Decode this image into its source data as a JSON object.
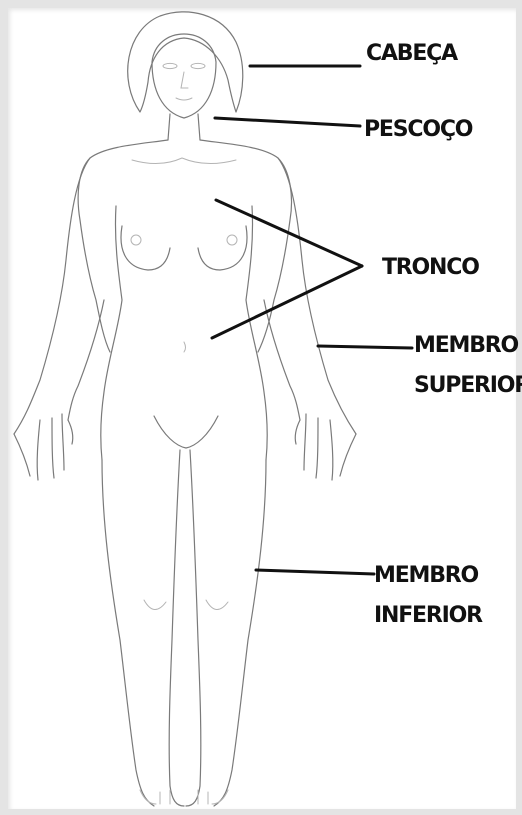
{
  "labels": {
    "head": "CABEÇA",
    "neck": "PESCOÇO",
    "trunk": "TRONCO",
    "upper_limb_line1": "MEMBRO",
    "upper_limb_line2": "SUPERIOR",
    "lower_limb_line1": "MEMBRO",
    "lower_limb_line2": "INFERIOR"
  },
  "colors": {
    "label_text": "#111111",
    "leader_line": "#111111",
    "body_outline": "#7a7a7a",
    "background": "#ffffff",
    "frame": "#e4e4e4"
  }
}
